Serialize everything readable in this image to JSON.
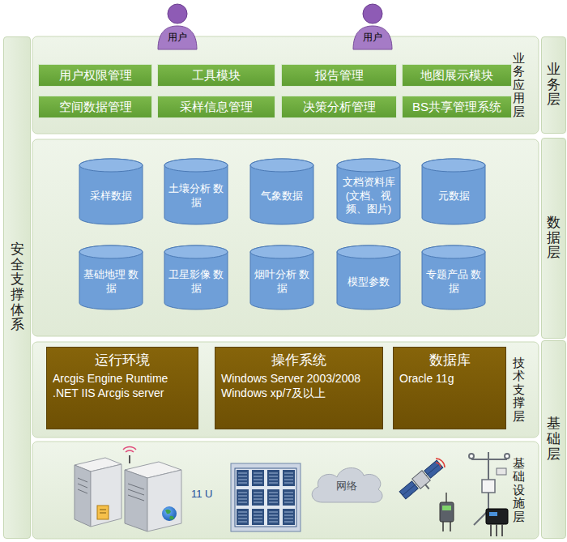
{
  "diagram": {
    "nodes": [
      {
        "text": [
          "安全支撑体系"
        ]
      },
      {
        "text": [
          "业务层"
        ]
      },
      {
        "text": [
          "数据层"
        ]
      },
      {
        "text": [
          "基础层"
        ]
      },
      {
        "text": [
          "用户"
        ]
      },
      {
        "text": [
          "用户"
        ]
      },
      {
        "text": [
          "业务应用层"
        ]
      },
      {
        "text": [
          "用户权限管理"
        ],
        "in": 6
      },
      {
        "text": [
          "工具模块"
        ],
        "in": 6
      },
      {
        "text": [
          "报告管理"
        ],
        "in": 6
      },
      {
        "text": [
          "地图展示模块"
        ],
        "in": 6
      },
      {
        "text": [
          "空间数据管理"
        ],
        "in": 6
      },
      {
        "text": [
          "采样信息管理"
        ],
        "in": 6
      },
      {
        "text": [
          "决策分析管理"
        ],
        "in": 6
      },
      {
        "text": [
          "BS共享管理系统"
        ],
        "in": 6
      },
      {
        "text": [
          "采样数据"
        ]
      },
      {
        "text": [
          "土壤分析 数据"
        ]
      },
      {
        "text": [
          "气象数据"
        ]
      },
      {
        "text": [
          "文档资料库 (文档、视 频、图片)"
        ]
      },
      {
        "text": [
          "元数据"
        ]
      },
      {
        "text": [
          "基础地理 数据"
        ]
      },
      {
        "text": [
          "卫星影像 数据"
        ]
      },
      {
        "text": [
          "烟叶分析 数据"
        ]
      },
      {
        "text": [
          "模型参数"
        ]
      },
      {
        "text": [
          "专题产品 数据"
        ]
      },
      {
        "text": [
          "技术支撑层"
        ]
      },
      {
        "text": [
          "运行环境",
          "Arcgis Engine Runtime .NET IIS Arcgis server"
        ],
        "in": 25
      },
      {
        "text": [
          "操作系统",
          "Windows Server 2003/2008 Windows xp/7及以上"
        ],
        "in": 25
      },
      {
        "text": [
          "数据库",
          "Oracle 11g"
        ],
        "in": 25
      },
      {
        "text": [
          "基础设施层"
        ]
      },
      {
        "text": [
          "网络"
        ],
        "in": 29
      }
    ],
    "labels": [
      "11 U"
    ]
  }
}
